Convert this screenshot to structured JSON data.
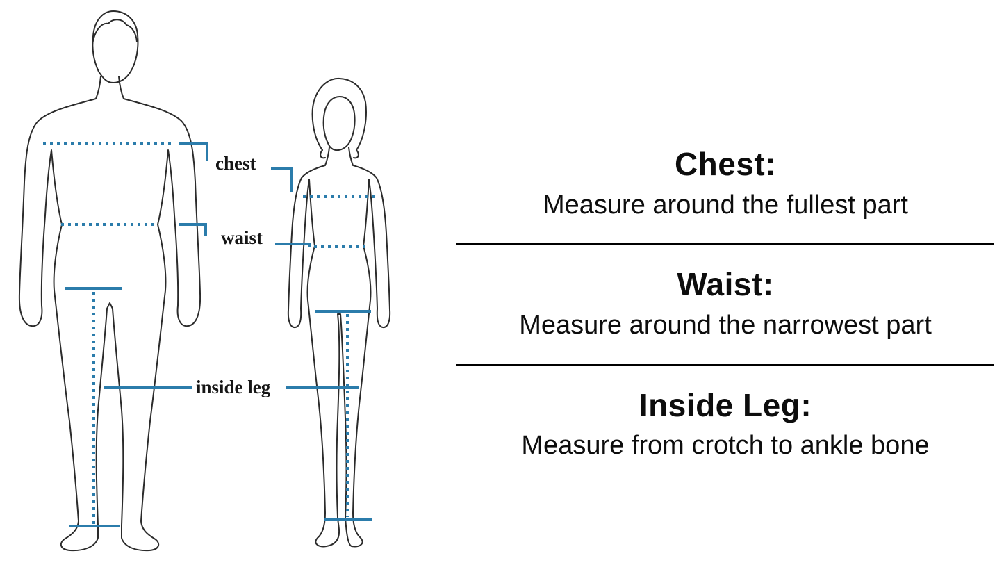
{
  "diagram": {
    "measurement_color": "#2b7cab",
    "outline_color": "#2b2b2b",
    "labels": {
      "chest": "chest",
      "waist": "waist",
      "inside_leg": "inside leg"
    }
  },
  "instructions": {
    "items": [
      {
        "title": "Chest:",
        "description": "Measure around the fullest part"
      },
      {
        "title": "Waist:",
        "description": "Measure around the narrowest part"
      },
      {
        "title": "Inside Leg:",
        "description": "Measure from crotch to ankle bone"
      }
    ]
  }
}
